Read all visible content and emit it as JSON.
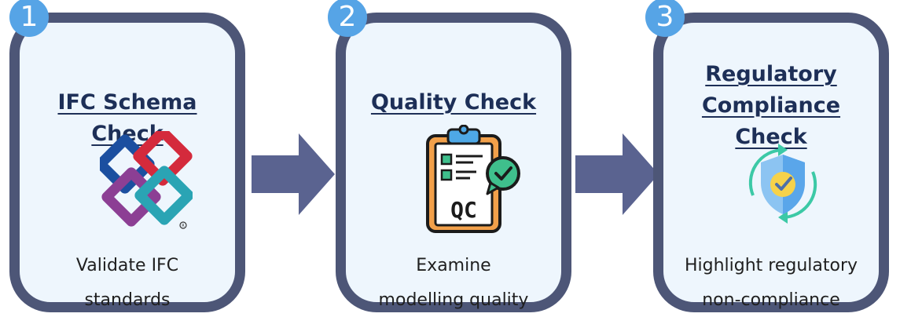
{
  "steps": [
    {
      "number": "1",
      "title": "IFC Schema Check",
      "description": [
        "Validate IFC",
        "standards"
      ],
      "icon": "ifc-logo-icon"
    },
    {
      "number": "2",
      "title": "Quality Check",
      "description": [
        "Examine",
        "modelling quality"
      ],
      "icon": "qc-clipboard-icon",
      "icon_text": "QC"
    },
    {
      "number": "3",
      "title": [
        "Regulatory",
        "Compliance Check"
      ],
      "description": [
        "Highlight regulatory",
        "non-compliance"
      ],
      "icon": "shield-check-icon"
    }
  ],
  "colors": {
    "card_border": "#4d5677",
    "card_fill": "#eef6fd",
    "badge": "#56a4e6",
    "arrow": "#5a6390",
    "title": "#1d2f57"
  }
}
